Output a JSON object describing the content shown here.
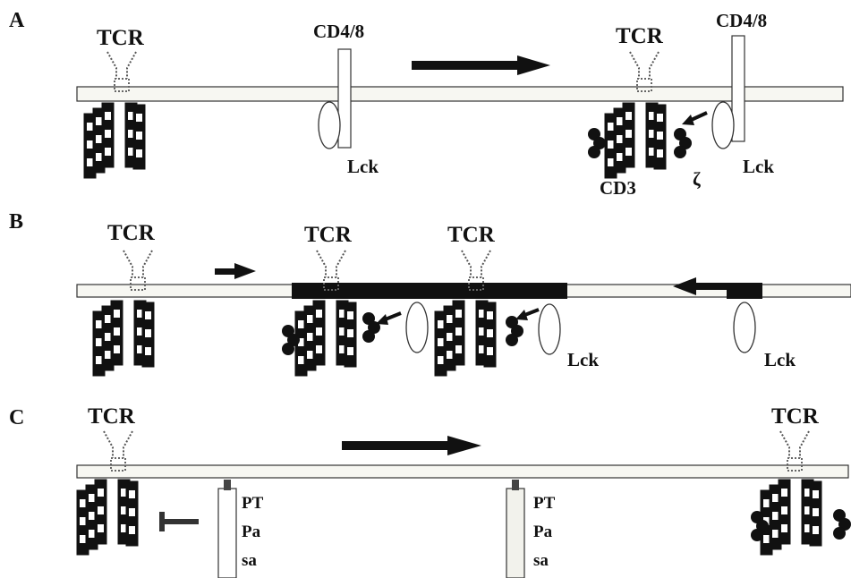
{
  "panels": [
    {
      "letter": "A",
      "labels": {
        "tcr_left": "TCR",
        "coreceptor_left": "CD4/8",
        "lck_left": "Lck",
        "tcr_right": "TCR",
        "coreceptor_right": "CD4/8",
        "lck_right": "Lck",
        "cd3": "CD3",
        "zeta": "ζ"
      }
    },
    {
      "letter": "B",
      "labels": {
        "tcr_left": "TCR",
        "tcr_mid1": "TCR",
        "tcr_mid2": "TCR",
        "lck_mid": "Lck",
        "lck_right": "Lck"
      }
    },
    {
      "letter": "C",
      "labels": {
        "tcr_left": "TCR",
        "tcr_right": "TCR",
        "inhibitor_1_line1": "PT",
        "inhibitor_1_line2": "Pa",
        "inhibitor_1_line3": "sa",
        "inhibitor_2_line1": "PT",
        "inhibitor_2_line2": "Pa",
        "inhibitor_2_line3": "sa"
      }
    }
  ],
  "colors": {
    "ink": "#111111",
    "membrane_fill": "#f7f7f2",
    "raft": "#111111"
  }
}
